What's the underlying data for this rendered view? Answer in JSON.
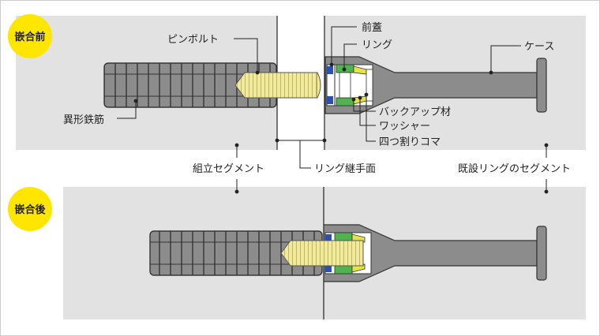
{
  "badges": {
    "before": "嵌合前",
    "after": "嵌合後"
  },
  "labels": {
    "pin_bolt": "ピンボルト",
    "front_cover": "前蓋",
    "ring": "リング",
    "case": "ケース",
    "deformed_rebar": "異形鉄筋",
    "backup_material": "バックアップ材",
    "washer": "ワッシャー",
    "split_piece": "四つ割りコマ",
    "assembly_segment": "組立セグメント",
    "ring_joint_surface": "リング継手面",
    "existing_ring_segment": "既設リングのセグメント"
  },
  "colors": {
    "badge": "#ffe600",
    "segment": "#e2e2e2",
    "rebar": "#8c8c8c",
    "bolt": "#f1ea9c",
    "insert_blue": "#2b4fb3",
    "insert_green": "#4fb34f",
    "insert_yellow": "#e5e24a"
  }
}
